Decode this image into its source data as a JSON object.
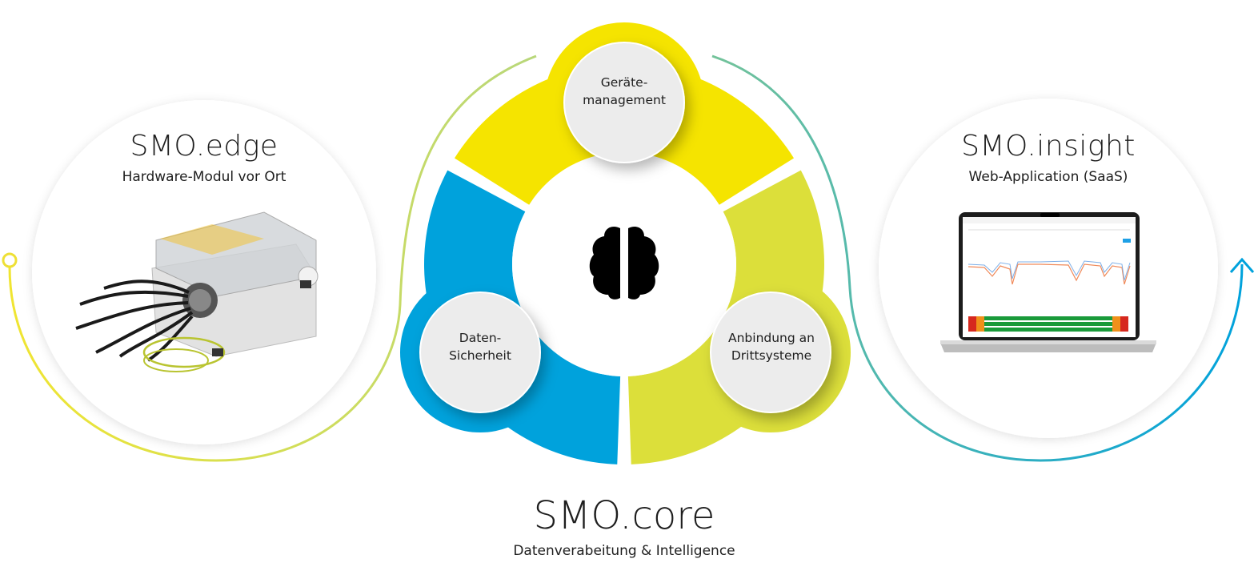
{
  "edge": {
    "title": "SMO.edge",
    "subtitle": "Hardware-Modul vor Ort"
  },
  "insight": {
    "title": "SMO.insight",
    "subtitle": "Web-Application (SaaS)"
  },
  "core": {
    "title": "SMO.core",
    "subtitle": "Datenverabeitung & Intelligence",
    "nodes": [
      {
        "line1": "Geräte-",
        "line2": "management"
      },
      {
        "line1": "Daten-",
        "line2": "Sicherheit"
      },
      {
        "line1": "Anbindung an",
        "line2": "Drittsysteme"
      }
    ],
    "center_icon": "brain-icon"
  },
  "colors": {
    "yellow": "#f5e400",
    "blue": "#00a2dc",
    "lime": "#dcdf3a",
    "teal": "#5dbf9a",
    "node_bg": "#ececec"
  }
}
